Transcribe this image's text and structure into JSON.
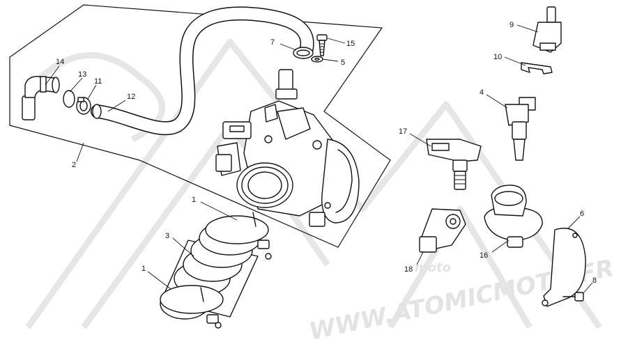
{
  "diagram": {
    "callouts": {
      "c1a": "1",
      "c1b": "1",
      "c2": "2",
      "c3": "3",
      "c4": "4",
      "c5": "5",
      "c6": "6",
      "c7": "7",
      "c8": "8",
      "c9": "9",
      "c10": "10",
      "c11": "11",
      "c12": "12",
      "c13": "13",
      "c14": "14",
      "c15": "15",
      "c16": "16",
      "c17": "17",
      "c18": "18"
    },
    "watermark": {
      "url": "WWW.ATOMICMOTO.FR",
      "brand": "moto"
    }
  }
}
